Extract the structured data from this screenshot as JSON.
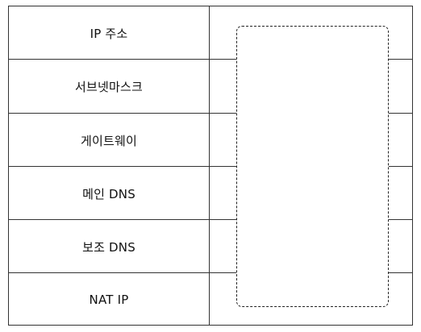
{
  "table": {
    "rows": [
      {
        "label": "IP 주소"
      },
      {
        "label": "서브넷마스크"
      },
      {
        "label": "게이트웨이"
      },
      {
        "label": "메인 DNS"
      },
      {
        "label": "보조 DNS"
      },
      {
        "label": "NAT IP"
      }
    ]
  }
}
